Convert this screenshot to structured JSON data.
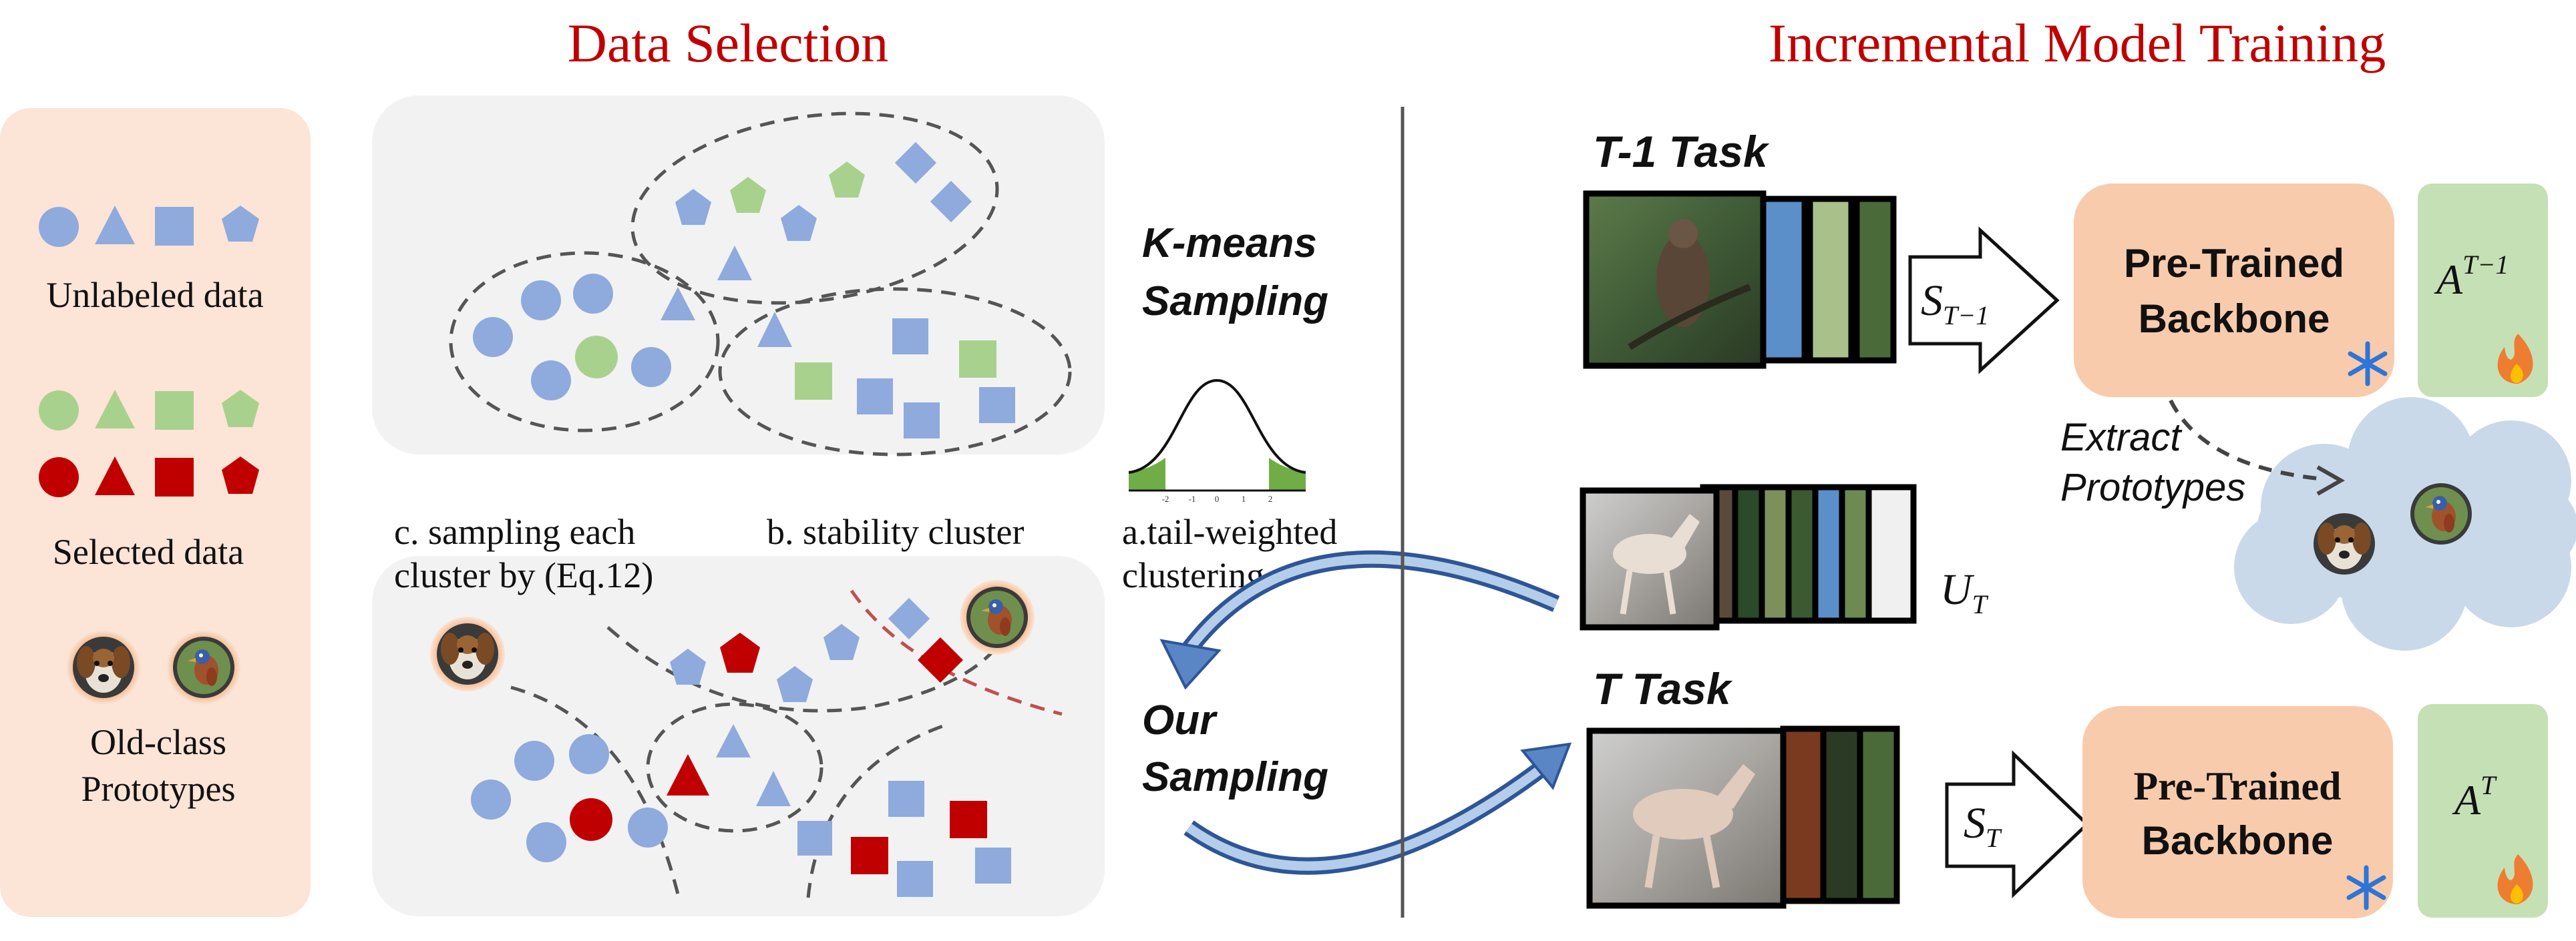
{
  "sections": {
    "left_title": "Data Selection",
    "right_title": "Incremental Model Training"
  },
  "legend": {
    "unlabeled": "Unlabeled data",
    "selected": "Selected data",
    "prototypes_line1": "Old-class",
    "prototypes_line2": "Prototypes"
  },
  "methods": {
    "kmeans_line1": "K-means",
    "kmeans_line2": "Sampling",
    "ours_line1": "Our",
    "ours_line2": "Sampling"
  },
  "annotations": {
    "c_line1": "c. sampling  each",
    "c_line2": "cluster by (Eq.12)",
    "b": "b. stability cluster",
    "a_line1": "a.tail-weighted",
    "a_line2": "clustering"
  },
  "gaussian_ticks": [
    "-2",
    "-1",
    "0",
    "1",
    "2"
  ],
  "training": {
    "prev_task": "T-1 Task",
    "curr_task": "T Task",
    "s_prev_base": "S",
    "s_prev_sub": "T−1",
    "s_curr_base": "S",
    "s_curr_sub": "T",
    "u_base": "U",
    "u_sub": "T",
    "backbone_line1": "Pre-Trained",
    "backbone_line2": "Backbone",
    "backbone2_line1": "Pre-Trained",
    "backbone2_line2": "Backbone",
    "a_prev_base": "A",
    "a_prev_sup": "T−1",
    "a_curr_base": "A",
    "a_curr_sup": "T",
    "extract_line1": "Extract",
    "extract_line2": "Prototypes"
  },
  "colors": {
    "title_red": "#c00000",
    "blue_shape": "#8faadc",
    "green_shape": "#a9d18e",
    "red_shape": "#c00000",
    "legend_bg": "#fce4d6",
    "panel_bg": "#f2f2f2",
    "backbone_bg": "#f8cbad",
    "adapter_bg": "#c5e0b4",
    "cloud_bg": "#c9d9ea"
  },
  "icons": {
    "frozen": "snowflake-icon",
    "trainable": "fire-icon"
  }
}
